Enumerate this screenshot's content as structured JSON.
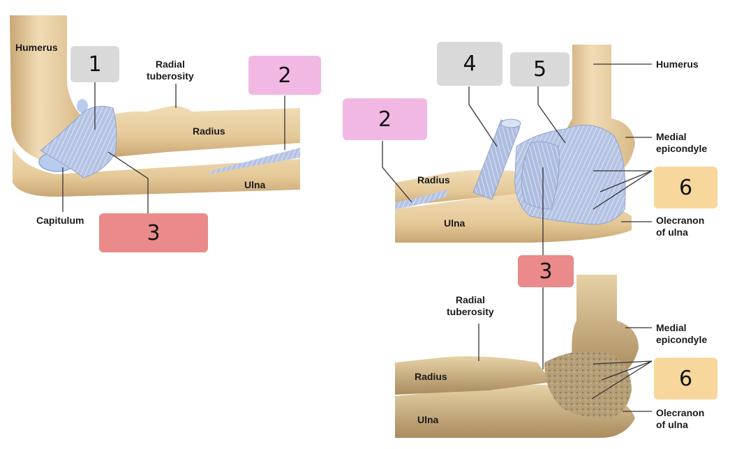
{
  "colors": {
    "bone": "#e8cfa3",
    "bone_shadow": "#c9a775",
    "ligament": "#b9c7e6",
    "ligament_line": "#eef2fb",
    "gray_box": "#d9d9d9",
    "pink_box": "#f2b8e4",
    "red_box": "#ea8a8a",
    "tan_box": "#f7d79b",
    "leader_line": "#333333"
  },
  "lateral_view": {
    "labels": {
      "humerus": "Humerus",
      "radial_tuberosity": "Radial\ntuberosity",
      "radius": "Radius",
      "ulna": "Ulna",
      "capitulum": "Capitulum"
    },
    "boxes": {
      "box1": "1",
      "box2": "2",
      "box3": "3"
    }
  },
  "medial_view": {
    "labels": {
      "humerus": "Humerus",
      "medial_epicondyle": "Medial\nepicondyle",
      "radius": "Radius",
      "ulna": "Ulna",
      "olecranon": "Olecranon\nof ulna"
    },
    "boxes": {
      "box2": "2",
      "box4": "4",
      "box5": "5",
      "box6": "6"
    }
  },
  "bone_view": {
    "labels": {
      "radial_tuberosity": "Radial\ntuberosity",
      "medial_epicondyle": "Medial\nepicondyle",
      "radius": "Radius",
      "ulna": "Ulna",
      "olecranon": "Olecranon\nof ulna"
    },
    "boxes": {
      "box3": "3",
      "box6": "6"
    }
  }
}
